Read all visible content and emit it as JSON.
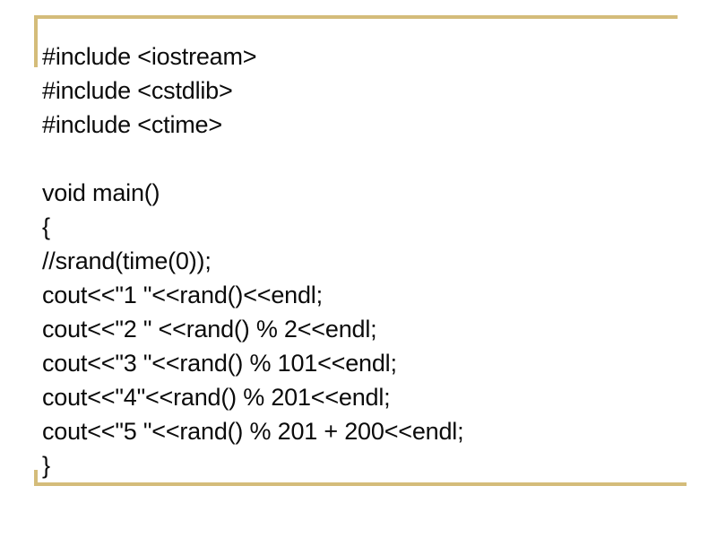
{
  "slide": {
    "title": "C++ rand() example code slide",
    "background_color": "#ffffff",
    "text_color": "#0b0b0b",
    "accent_color": "#d4bc7a"
  },
  "decoration": {
    "top_rule_name": "top-gold-rule",
    "left_rule_name": "left-gold-rule",
    "bottom_rule_name": "bottom-gold-rule",
    "bottom_tick_name": "bottom-left-gold-tick"
  },
  "code": {
    "language": "cpp",
    "lines": [
      "#include <iostream>",
      "#include <cstdlib>",
      "#include <ctime>",
      "",
      "void main()",
      "{",
      "//srand(time(0));",
      "cout<<\"1 \"<<rand()<<endl;",
      "cout<<\"2 \" <<rand() % 2<<endl;",
      "cout<<\"3 \"<<rand() % 101<<endl;",
      "cout<<\"4\"<<rand() % 201<<endl;",
      "cout<<\"5 \"<<rand() % 201 + 200<<endl;",
      "}"
    ]
  }
}
